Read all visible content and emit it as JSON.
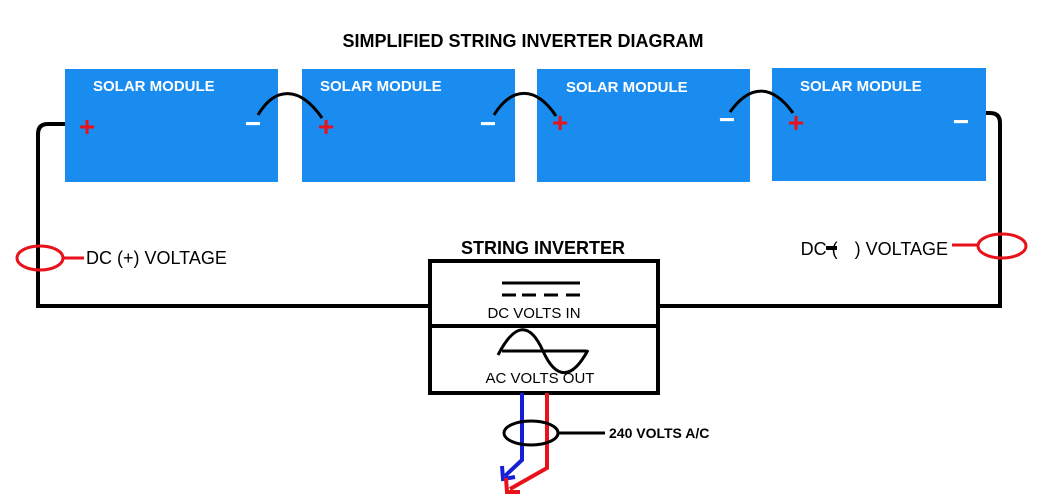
{
  "title": "SIMPLIFIED STRING INVERTER DIAGRAM",
  "modules": [
    {
      "label": "SOLAR MODULE",
      "positive": "+",
      "negative": "−"
    },
    {
      "label": "SOLAR MODULE",
      "positive": "+",
      "negative": "−"
    },
    {
      "label": "SOLAR MODULE",
      "positive": "+",
      "negative": "−"
    },
    {
      "label": "SOLAR MODULE",
      "positive": "+",
      "negative": "−"
    }
  ],
  "inverter": {
    "title": "STRING INVERTER",
    "dc_label": "DC VOLTS IN",
    "ac_label": "AC VOLTS OUT"
  },
  "labels": {
    "dc_positive": "DC (+) VOLTAGE",
    "dc_negative_prefix": "DC (",
    "dc_negative_suffix": ") VOLTAGE",
    "ac_output": "240 VOLTS A/C"
  },
  "colors": {
    "module_fill": "#1a8cf0",
    "wire": "#000000",
    "terminal_positive": "#e8121a",
    "terminal_negative": "#ffffff",
    "meter_ring": "#e8121a",
    "ac_live": "#e8121a",
    "ac_neutral": "#1420d8"
  }
}
